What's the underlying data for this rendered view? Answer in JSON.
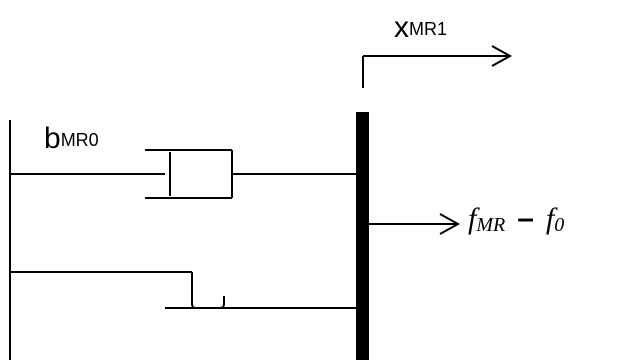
{
  "labels": {
    "x_output": {
      "main": "x",
      "subscript": "MR1"
    },
    "b_input": {
      "main": "b",
      "subscript": "MR0"
    },
    "output_f": {
      "f1_main": "f",
      "f1_subscript": "MR",
      "operator": "–",
      "f2_main": "f",
      "f2_subscript": "0"
    }
  },
  "colors": {
    "line": "#000000",
    "background": "#ffffff"
  }
}
